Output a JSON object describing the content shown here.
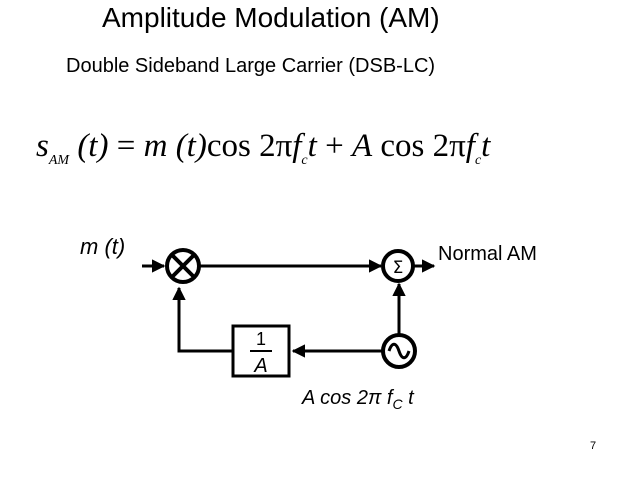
{
  "slide": {
    "title": "Amplitude Modulation (AM)",
    "subtitle": "Double Sideband Large Carrier (DSB-LC)",
    "page_number": "7"
  },
  "equation": {
    "lhs_symbol": "s",
    "lhs_subscript": "AM",
    "lhs_arg": "(t)",
    "equals": " = ",
    "message": "m",
    "message_arg": "(t)",
    "cos1": "cos 2π",
    "f1": "f",
    "f1_subscript": "c",
    "t1": "t",
    "plus": " + ",
    "amp": "A",
    "cos2": " cos 2π",
    "f2": "f",
    "f2_subscript": "c",
    "t2": "t"
  },
  "diagram": {
    "input_label": "m (t)",
    "output_label": "Normal AM",
    "summer_symbol": "Σ",
    "scaler_numerator": "1",
    "scaler_denominator": "A",
    "oscillator_label": "A cos 2π f",
    "oscillator_label_subscript": "C",
    "oscillator_label_tail": " t"
  }
}
